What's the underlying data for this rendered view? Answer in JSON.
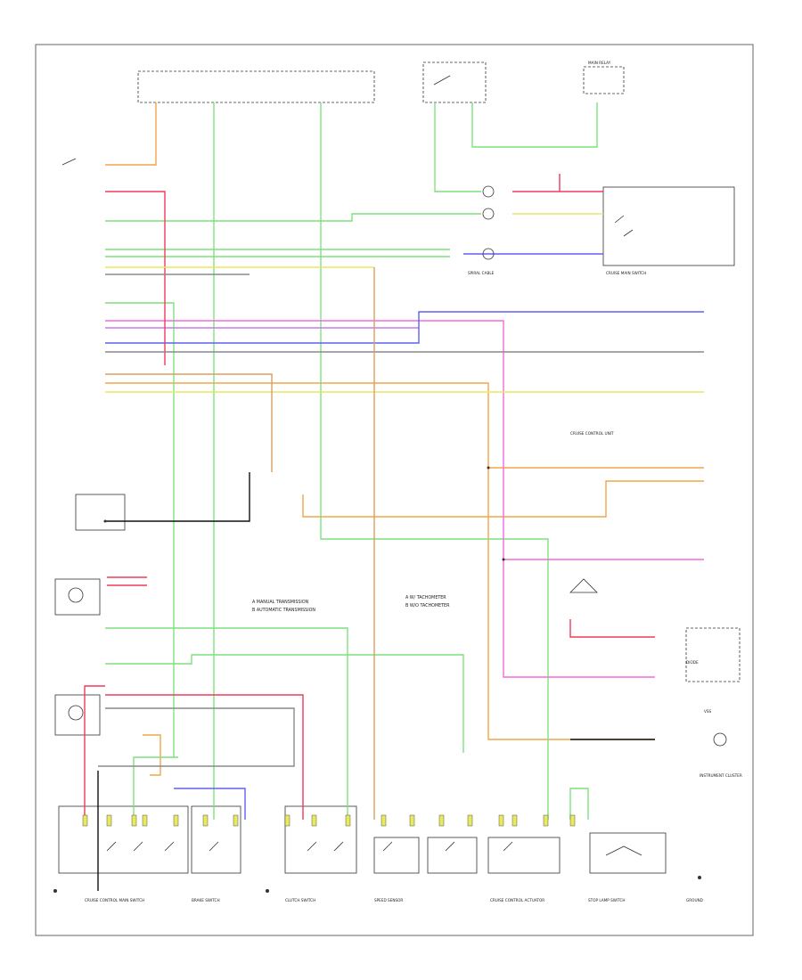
{
  "title": "",
  "notes": {
    "trans_a": "A MANUAL TRANSMISSION",
    "trans_b": "B AUTOMATIC TRANSMISSION",
    "speedo_a": "A W/ TACHOMETER",
    "speedo_b": "B W/O TACHOMETER"
  },
  "labels": {
    "clock_spring": "SPIRAL CABLE",
    "cruise_main_switch": "CRUISE MAIN SWITCH",
    "cruise_control_unit": "CRUISE CONTROL UNIT",
    "instrument_cluster": "INSTRUMENT CLUSTER",
    "diode": "DIODE",
    "main_relay": "MAIN RELAY",
    "vss": "VSS"
  },
  "connectors": [
    "CRUISE CONTROL MAIN SWITCH",
    "BRAKE SWITCH",
    "CLUTCH SWITCH",
    "SPEED SENSOR",
    "CRUISE CONTROL ACTUATOR",
    "STOP LAMP SWITCH",
    "GROUND"
  ],
  "wire_colors": {
    "orange": "#f2a54a",
    "green": "#7fe07f",
    "pink": "#f26bd8",
    "blue": "#6060f0",
    "red": "#f03c5c",
    "yellow": "#e9e960",
    "grey": "#8a8a8a",
    "black": "#111111",
    "tan": "#d8a060",
    "violet": "#c77ae8"
  }
}
